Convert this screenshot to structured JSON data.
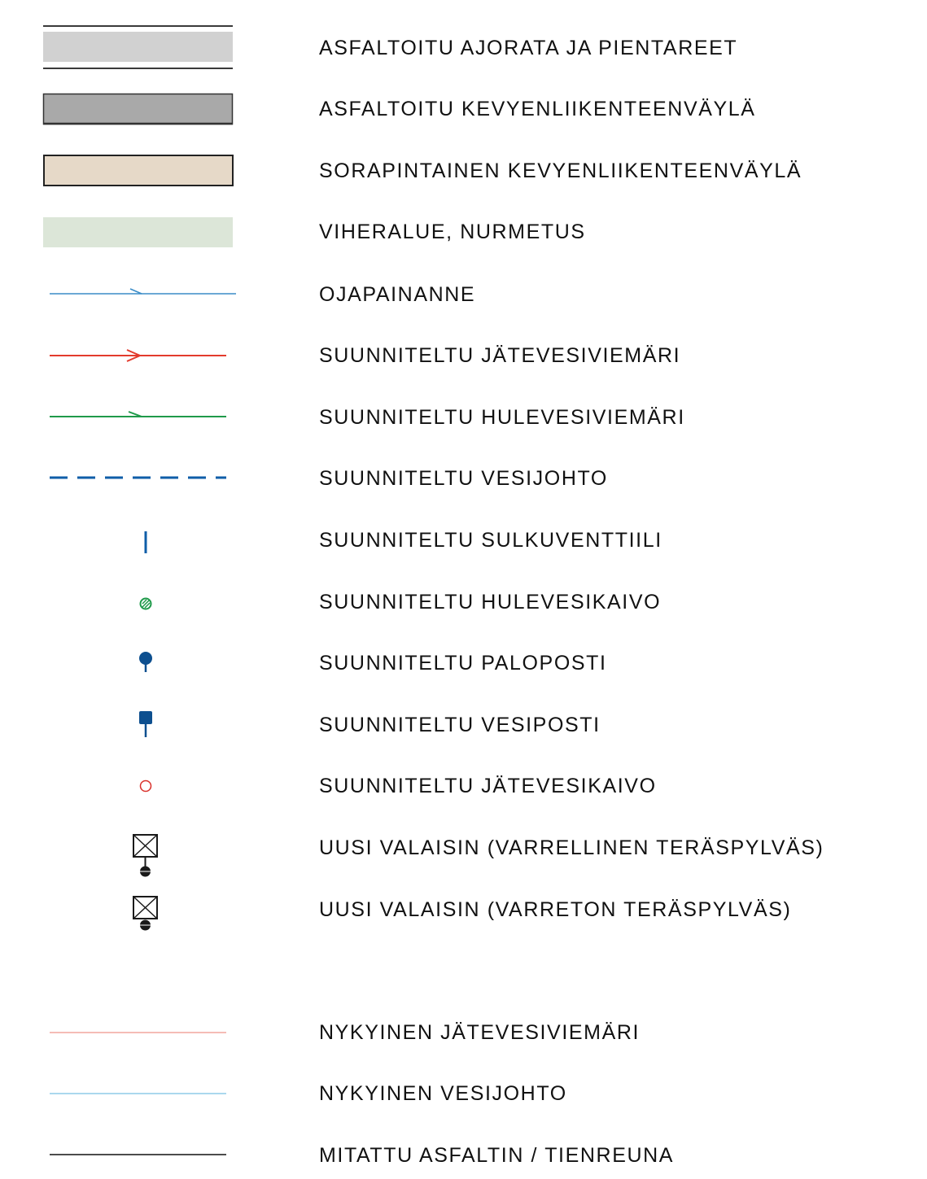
{
  "legend": {
    "items": [
      {
        "id": "paved-road",
        "label": "ASFALTOITU AJORATA JA PIENTAREET",
        "fill": "#d1d1d1",
        "stroke": "#3a3a3a"
      },
      {
        "id": "paved-cycleway",
        "label": "ASFALTOITU KEVYENLIIKENTEENVÄYLÄ",
        "fill": "#a9a9a9",
        "stroke": "#333333"
      },
      {
        "id": "gravel-cycleway",
        "label": "SORAPINTAINEN KEVYENLIIKENTEENVÄYLÄ",
        "fill": "#e6d9c8",
        "stroke": "#222222"
      },
      {
        "id": "green-area",
        "label": "VIHERALUE, NURMETUS",
        "fill": "#dce6d8"
      },
      {
        "id": "ditch",
        "label": "OJAPAINANNE",
        "color": "#3a8cc7"
      },
      {
        "id": "planned-sewer",
        "label": "SUUNNITELTU JÄTEVESIVIEMÄRI",
        "color": "#e33b2d"
      },
      {
        "id": "planned-stormwater-sewer",
        "label": "SUUNNITELTU HULEVESIVIEMÄRI",
        "color": "#1f9a4a"
      },
      {
        "id": "planned-water-main",
        "label": "SUUNNITELTU VESIJOHTO",
        "color": "#0f5ea8"
      },
      {
        "id": "planned-valve",
        "label": "SUUNNITELTU SULKUVENTTIILI",
        "color": "#0f5ea8"
      },
      {
        "id": "planned-stormwater-well",
        "label": "SUUNNITELTU HULEVESIKAIVO",
        "color": "#1f9a4a"
      },
      {
        "id": "planned-hydrant",
        "label": "SUUNNITELTU PALOPOSTI",
        "color": "#0d4f8f"
      },
      {
        "id": "planned-water-post",
        "label": "SUUNNITELTU VESIPOSTI",
        "color": "#0d4f8f"
      },
      {
        "id": "planned-sewer-well",
        "label": "SUUNNITELTU JÄTEVESIKAIVO",
        "color": "#d9302a"
      },
      {
        "id": "new-light-arm",
        "label": "UUSI VALAISIN (VARRELLINEN TERÄSPYLVÄS)",
        "color": "#1a1a1a"
      },
      {
        "id": "new-light-no-arm",
        "label": "UUSI VALAISIN (VARRETON TERÄSPYLVÄS)",
        "color": "#1a1a1a"
      },
      {
        "id": "existing-sewer",
        "label": "NYKYINEN JÄTEVESIVIEMÄRI",
        "color": "#f2a59d"
      },
      {
        "id": "existing-water-main",
        "label": "NYKYINEN VESIJOHTO",
        "color": "#8fcbe8"
      },
      {
        "id": "measured-edge",
        "label": "MITATTU ASFALTIN / TIENREUNA",
        "color": "#111111"
      }
    ]
  }
}
